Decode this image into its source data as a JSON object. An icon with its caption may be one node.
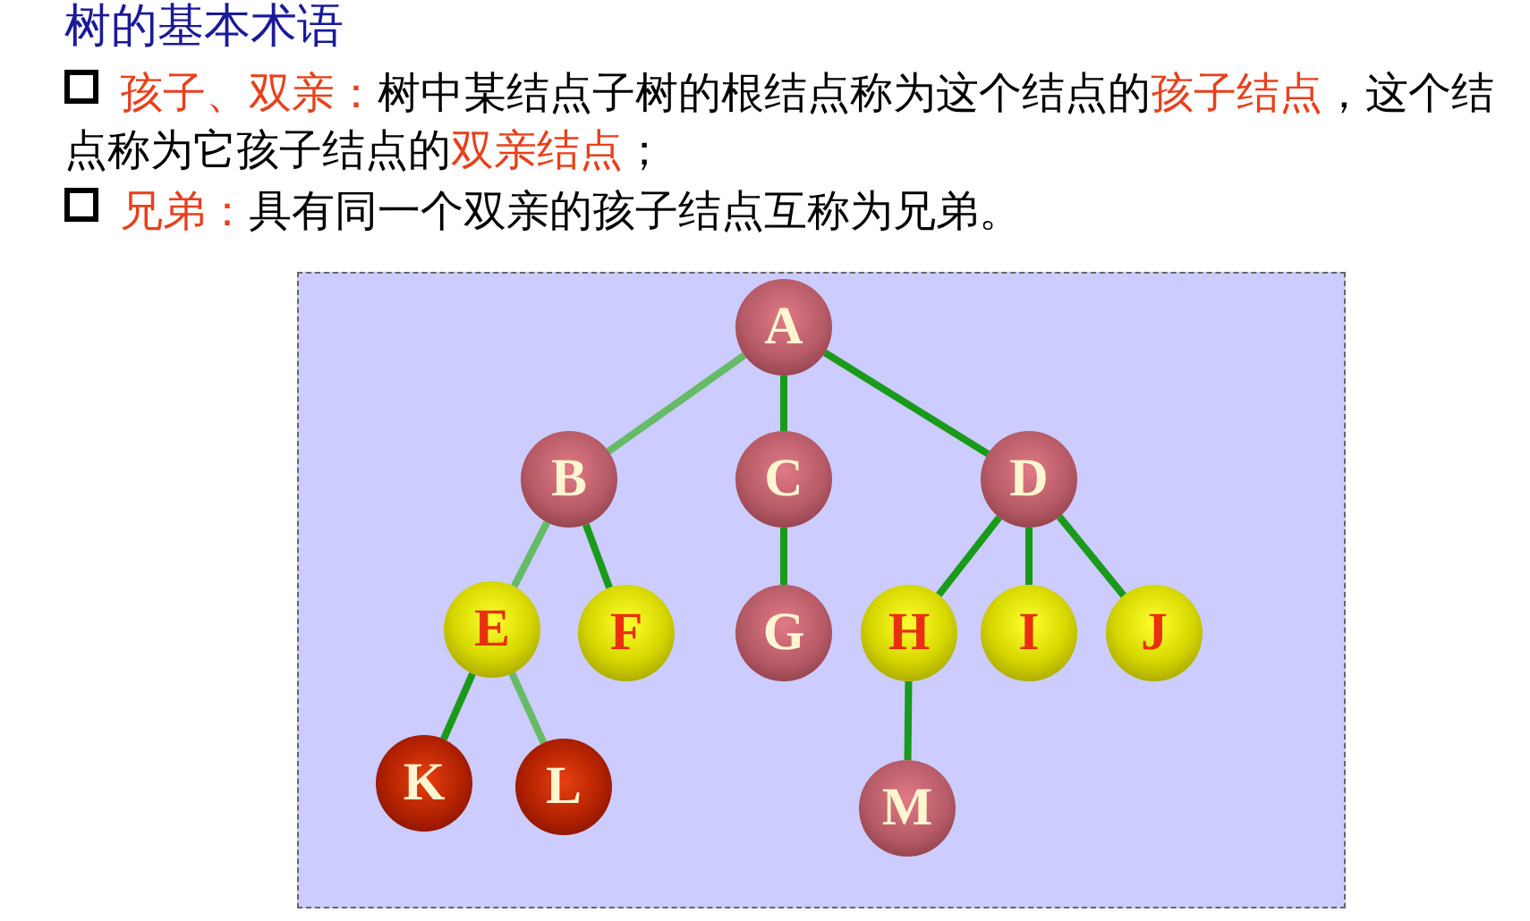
{
  "diagram": {
    "title": "树的基本术语",
    "nodes": [
      {
        "text": [
          "A"
        ]
      },
      {
        "text": [
          "B"
        ]
      },
      {
        "text": [
          "C"
        ]
      },
      {
        "text": [
          "D"
        ]
      },
      {
        "text": [
          "E"
        ]
      },
      {
        "text": [
          "F"
        ]
      },
      {
        "text": [
          "G"
        ]
      },
      {
        "text": [
          "H"
        ]
      },
      {
        "text": [
          "I"
        ]
      },
      {
        "text": [
          "J"
        ]
      },
      {
        "text": [
          "K"
        ]
      },
      {
        "text": [
          "L"
        ]
      },
      {
        "text": [
          "M"
        ]
      }
    ],
    "edges": [
      {
        "from": 0,
        "to": 1,
        "arrow": "none",
        "color": "#66bb66"
      },
      {
        "from": 0,
        "to": 2,
        "arrow": "none"
      },
      {
        "from": 0,
        "to": 3,
        "arrow": "none"
      },
      {
        "from": 1,
        "to": 4,
        "arrow": "none",
        "color": "#66bb66"
      },
      {
        "from": 1,
        "to": 5,
        "arrow": "none"
      },
      {
        "from": 2,
        "to": 6,
        "arrow": "none"
      },
      {
        "from": 3,
        "to": 7,
        "arrow": "none"
      },
      {
        "from": 3,
        "to": 8,
        "arrow": "none"
      },
      {
        "from": 3,
        "to": 9,
        "arrow": "none"
      },
      {
        "from": 4,
        "to": 10,
        "arrow": "none"
      },
      {
        "from": 4,
        "to": 11,
        "arrow": "none",
        "color": "#66bb66"
      },
      {
        "from": 7,
        "to": 12,
        "arrow": "none"
      }
    ],
    "labels": [
      "孩子、双亲：",
      "树中某结点子树的根结点称为这个结点的",
      "孩子结点",
      "，这个结点称为它孩子结点的",
      "双亲结点",
      "；",
      "兄弟：",
      "具有同一个双亲的孩子结点互称为兄弟。"
    ]
  }
}
